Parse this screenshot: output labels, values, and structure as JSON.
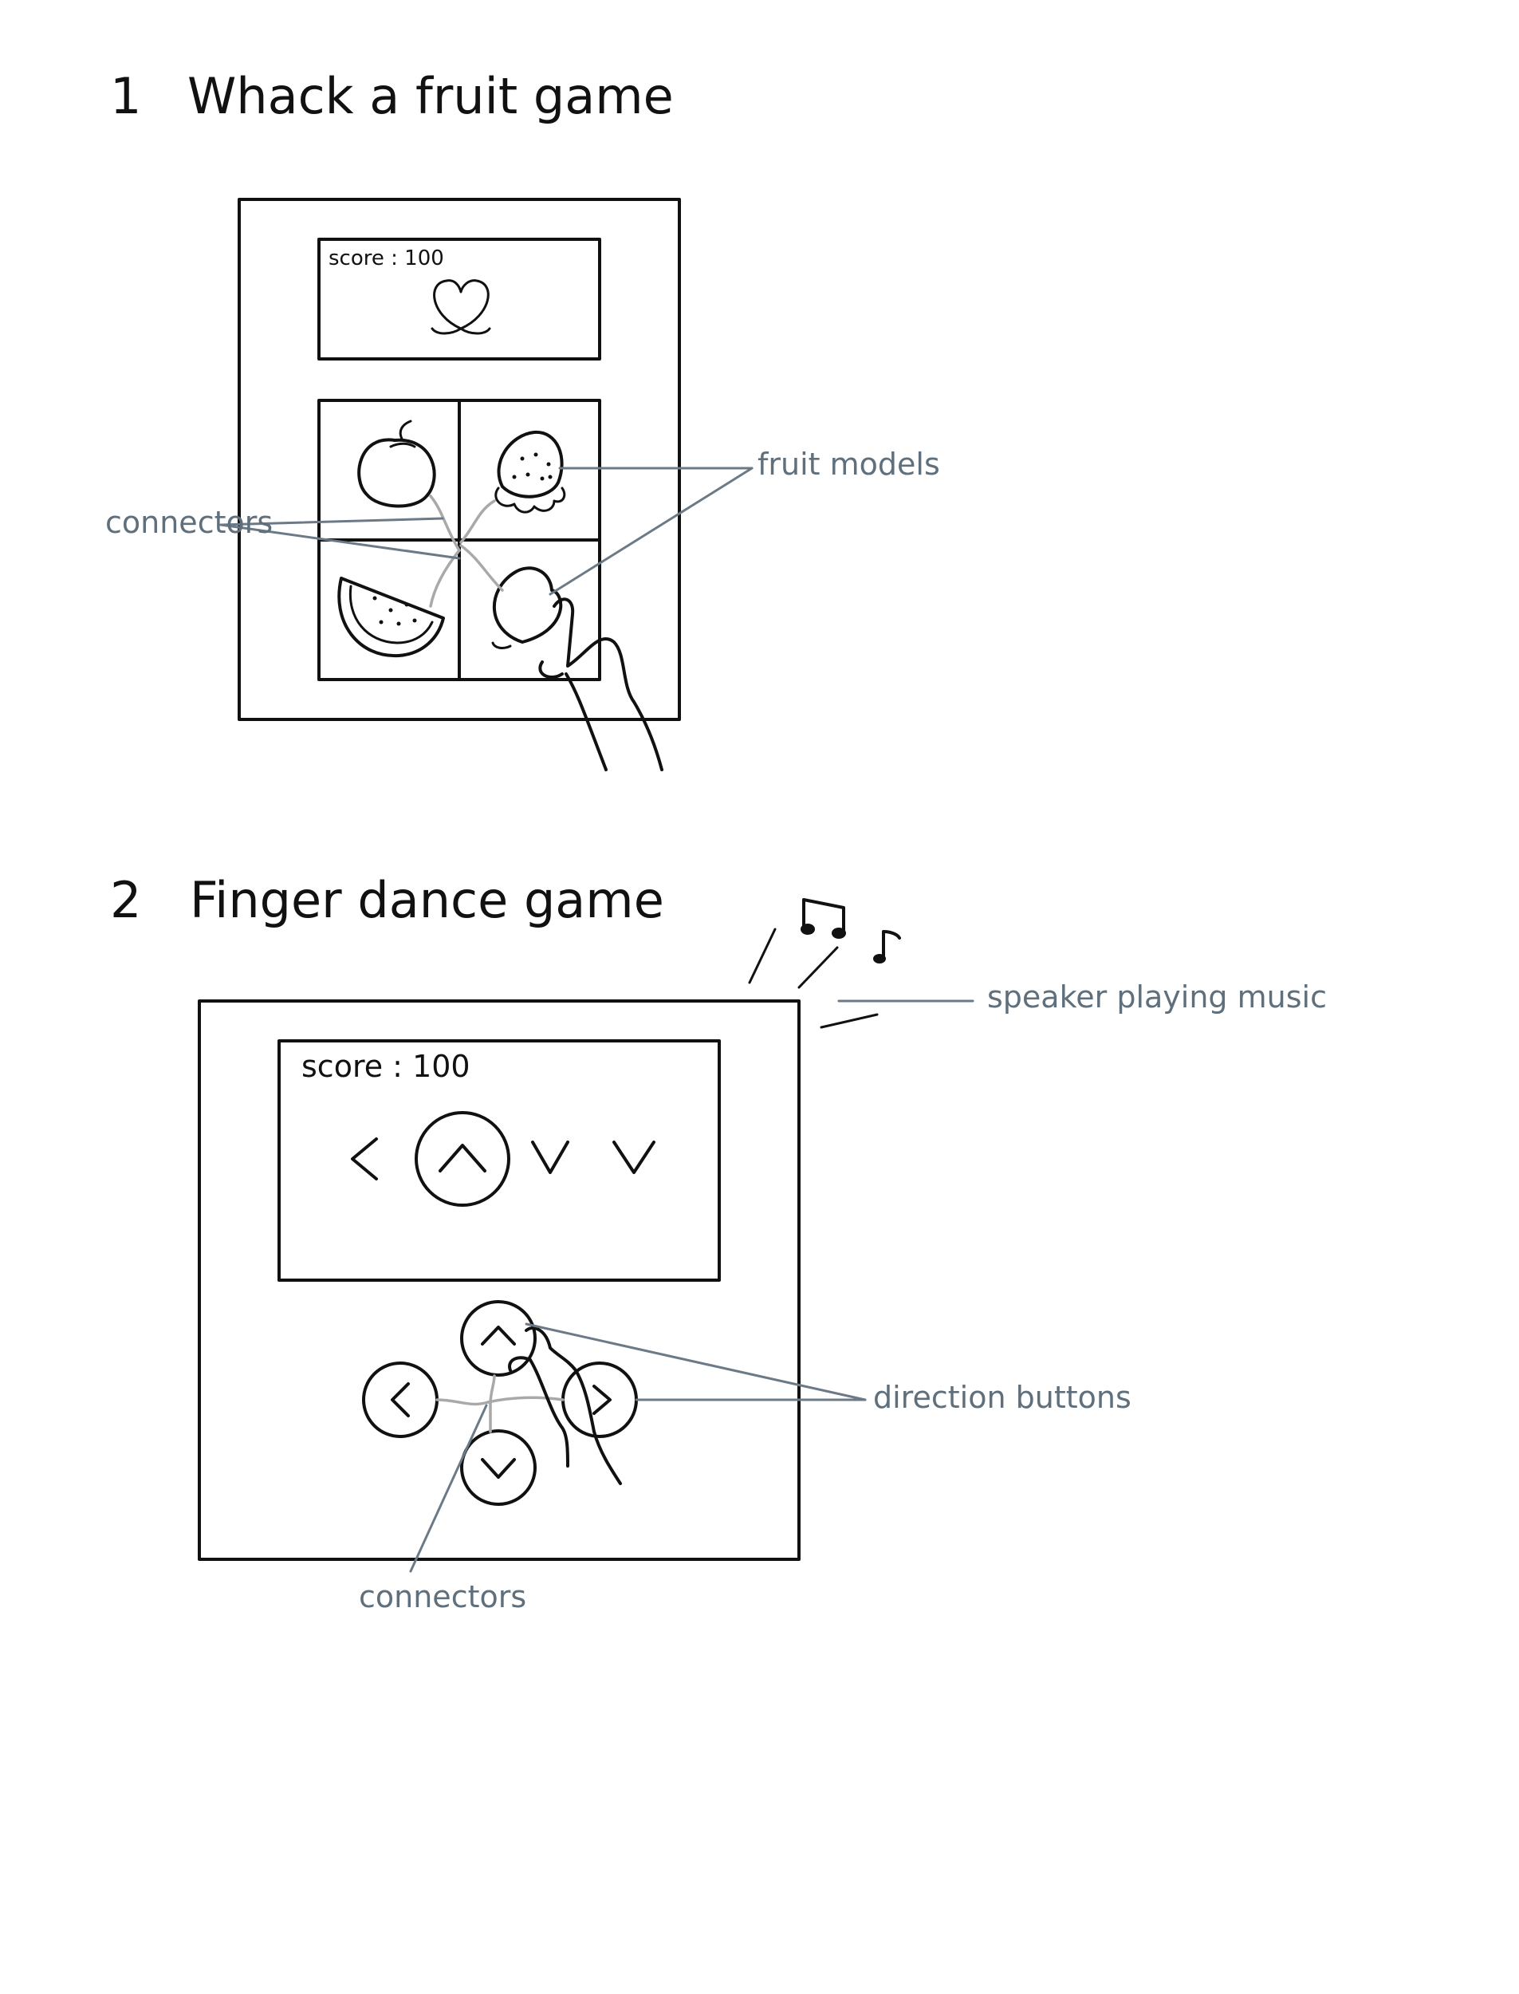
{
  "section1": {
    "number": "1",
    "title": "Whack a fruit game",
    "score": "score : 100",
    "annotations": {
      "connectors": "connectors",
      "fruit_models": "fruit models"
    }
  },
  "section2": {
    "number": "2",
    "title": "Finger dance game",
    "score": "score : 100",
    "annotations": {
      "speaker": "speaker playing music",
      "direction_buttons": "direction buttons",
      "connectors": "connectors"
    }
  },
  "icons": [
    "peach-icon",
    "apple-icon",
    "strawberry-icon",
    "watermelon-icon",
    "pointing-hand-icon",
    "music-notes-icon",
    "arrow-left-icon",
    "arrow-up-icon",
    "arrow-down-icon",
    "arrow-right-icon"
  ]
}
